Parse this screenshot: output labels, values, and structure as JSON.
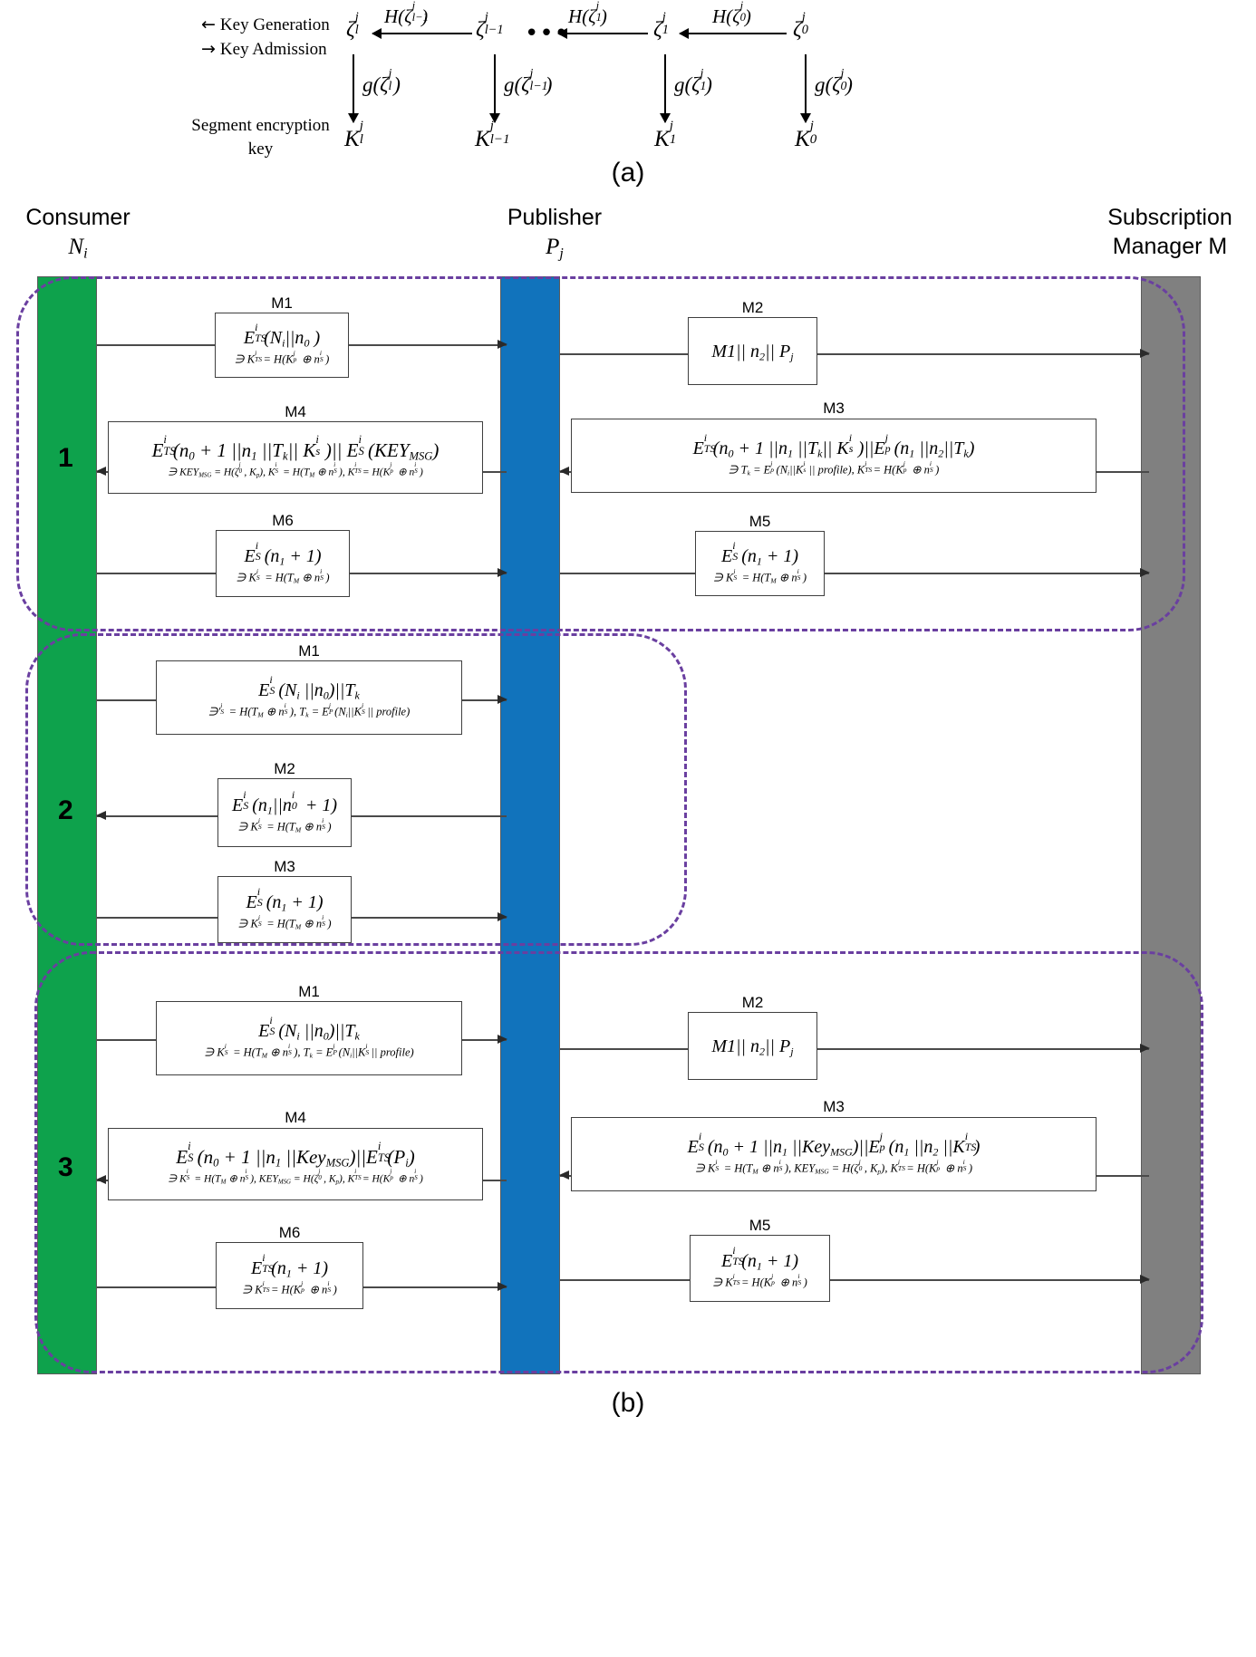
{
  "figure": {
    "caption_a": "(a)",
    "caption_b": "(b)"
  },
  "part_a": {
    "legend": [
      {
        "arrow": "←",
        "label": "Key Generation"
      },
      {
        "arrow": "→",
        "label": "Key Admission"
      }
    ],
    "segment_key_label_line1": "Segment encryption",
    "segment_key_label_line2": "key",
    "ellipsis": "•••",
    "nodes": [
      {
        "id": "zeta_l",
        "base": "ζ",
        "sup": "j",
        "sub": "l"
      },
      {
        "id": "zeta_lm1",
        "base": "ζ",
        "sup": "j",
        "sub": "l−1"
      },
      {
        "id": "zeta_1",
        "base": "ζ",
        "sup": "j",
        "sub": "1"
      },
      {
        "id": "zeta_0",
        "base": "ζ",
        "sup": "j",
        "sub": "0"
      }
    ],
    "hash_labels": [
      {
        "id": "h_lm1",
        "text": "H(ζ",
        "sub": "l−1",
        "sup": "j"
      },
      {
        "id": "h_1",
        "text": "H(ζ",
        "sub": "1",
        "sup": "j"
      },
      {
        "id": "h_0",
        "text": "H(ζ",
        "sub": "0",
        "sup": "j"
      }
    ],
    "g_labels": [
      {
        "id": "g_l",
        "sub": "l",
        "sup": "j"
      },
      {
        "id": "g_lm1",
        "sub": "l−1",
        "sup": "j"
      },
      {
        "id": "g_1",
        "sub": "1",
        "sup": "j"
      },
      {
        "id": "g_0",
        "sub": "0",
        "sup": "j"
      }
    ],
    "keys": [
      {
        "id": "K_l",
        "base": "K",
        "sup": "j",
        "sub": "l"
      },
      {
        "id": "K_lm1",
        "base": "K",
        "sup": "j",
        "sub": "l−1"
      },
      {
        "id": "K_1",
        "base": "K",
        "sup": "j",
        "sub": "1"
      },
      {
        "id": "K_0",
        "base": "K",
        "sup": "j",
        "sub": "0"
      }
    ]
  },
  "part_b": {
    "lifelines": [
      {
        "id": "consumer",
        "line1": "Consumer",
        "line2": "N",
        "sub2": "i",
        "color": "#0EA24C"
      },
      {
        "id": "publisher",
        "line1": "Publisher",
        "line2": "P",
        "sub2": "j",
        "color": "#1173BC"
      },
      {
        "id": "manager",
        "line1": "Subscription",
        "line2": "Manager M",
        "sub2": "",
        "color": "#808080"
      }
    ],
    "phases": [
      {
        "number": "1"
      },
      {
        "number": "2"
      },
      {
        "number": "3"
      }
    ],
    "messages": [
      {
        "phase": 1,
        "label": "M1",
        "from": "consumer",
        "to": "publisher",
        "line1_html": "E<ss i>TS</ss>(N<sub>i</sub>||n<sub>0</sub> )",
        "line2_html": "∋ K<ss i>TS</ss> = H(K<ss j>p</ss> ⊕ n<ss i>S</ss>)"
      },
      {
        "phase": 1,
        "label": "M2",
        "from": "publisher",
        "to": "manager",
        "line1_html": "M1|| n<sub>2</sub>|| P<sub>j</sub>",
        "line2_html": ""
      },
      {
        "phase": 1,
        "label": "M3",
        "from": "manager",
        "to": "publisher",
        "line1_html": "E<ss i>TS</ss>(n<sub>0</sub> + 1 ||n<sub>1</sub> ||T<sub>k</sub>|| K<ss i>s</ss>)||E<ss j>p</ss>(n<sub>1</sub> ||n<sub>2</sub>||T<sub>k</sub>)",
        "line2_html": "∋ T<sub>k</sub> = E<ss j>p</ss>(N<sub>i</sub>||K<ss i>s</ss>|| profile), K<ss i>TS</ss> = H(K<ss j>p</ss> ⊕ n<ss i>S</ss>)"
      },
      {
        "phase": 1,
        "label": "M4",
        "from": "publisher",
        "to": "consumer",
        "line1_html": "E<ss i>TS</ss>(n<sub>0</sub> + 1 ||n<sub>1</sub> ||T<sub>k</sub>|| K<ss i>s</ss>)|| E<ss i>S</ss>(KEY<sub>MSG</sub>)",
        "line2_html": "∋ KEY<sub>MSG</sub> = H(ζ<ss j>0</ss>, K<sub>p</sub>), K<ss i>S</ss> = H(T<sub>M</sub> ⊕ n<ss i>S</ss>), K<ss i>TS</ss> = H(K<ss j>p</ss> ⊕ n<ss i>S</ss>)"
      },
      {
        "phase": 1,
        "label": "M5",
        "from": "publisher",
        "to": "manager",
        "line1_html": "E<ss i>S</ss>(n<sub>1</sub> + 1)",
        "line2_html": "∋ K<ss i>S</ss> = H(T<sub>M</sub> ⊕ n<ss i>S</ss>)"
      },
      {
        "phase": 1,
        "label": "M6",
        "from": "consumer",
        "to": "publisher",
        "line1_html": "E<ss i>S</ss>(n<sub>1</sub> + 1)",
        "line2_html": "∋ K<ss i>S</ss> = H(T<sub>M</sub> ⊕ n<ss i>S</ss>)"
      },
      {
        "phase": 2,
        "label": "M1",
        "from": "consumer",
        "to": "publisher",
        "line1_html": "E<ss i>S</ss>(N<sub>i</sub> ||n<sub>0</sub>)||T<sub>k</sub>",
        "line2_html": "∋'<ss i>S</ss> = H(T<sub>M</sub> ⊕ n<ss i>S</ss>), T<sub>k</sub> = E<ss j>P</ss>(N<sub>i</sub>||K<ss i>S</ss>|| profile)"
      },
      {
        "phase": 2,
        "label": "M2",
        "from": "publisher",
        "to": "consumer",
        "line1_html": "E<ss i>S</ss>(n<sub>1</sub>||n<ss i>0</ss> + 1)",
        "line2_html": "∋ K<ss i>S</ss> = H(T<sub>M</sub> ⊕ n<ss i>S</ss>)"
      },
      {
        "phase": 2,
        "label": "M3",
        "from": "consumer",
        "to": "publisher",
        "line1_html": "E<ss i>S</ss>(n<sub>1</sub> + 1)",
        "line2_html": "∋ K<ss i>S</ss> = H(T<sub>M</sub> ⊕ n<ss i>S</ss>)"
      },
      {
        "phase": 3,
        "label": "M1",
        "from": "consumer",
        "to": "publisher",
        "line1_html": "E<ss i>S</ss>(N<sub>i</sub> ||n<sub>0</sub>)||T<sub>k</sub>",
        "line2_html": "∋ K<ss i>S</ss> = H(T<sub>M</sub> ⊕ n<ss i>S</ss>), T<sub>k</sub> = E<ss j>P</ss>(N<sub>i</sub>||K<ss i>S</ss>|| profile)"
      },
      {
        "phase": 3,
        "label": "M2",
        "from": "publisher",
        "to": "manager",
        "line1_html": "M1|| n<sub>2</sub>|| P<sub>j</sub>",
        "line2_html": ""
      },
      {
        "phase": 3,
        "label": "M3",
        "from": "manager",
        "to": "publisher",
        "line1_html": "E<ss i>S</ss>(n<sub>0</sub> + 1 ||n<sub>1</sub> ||Key<sub>MSG</sub>)||E<ss j>p</ss>(n<sub>1</sub> ||n<sub>2</sub> ||K<ss i>TS</ss>)",
        "line2_html": "∋ K<ss i>S</ss> = H(T<sub>M</sub> ⊕ n<ss i>S</ss>), KEY<sub>MSG</sub> = H(ζ<ss j>0</ss>, K<sub>p</sub>),  K<ss i>TS</ss> = H(K<ss j>p</ss> ⊕ n<ss i>S</ss>)"
      },
      {
        "phase": 3,
        "label": "M4",
        "from": "publisher",
        "to": "consumer",
        "line1_html": "E<ss i>S</ss>(n<sub>0</sub> + 1 ||n<sub>1</sub> ||Key<sub>MSG</sub>)||E<ss i>TS</ss>(P<sub>i</sub>)",
        "line2_html": "∋ K<ss i>S</ss> = H(T<sub>M</sub> ⊕ n<ss i>S</ss>), KEY<sub>MSG</sub> = H(ζ<ss j>0</ss>, K<sub>p</sub>),  K<ss i>TS</ss> = H(K<ss j>p</ss> ⊕ n<ss i>S</ss>)"
      },
      {
        "phase": 3,
        "label": "M5",
        "from": "publisher",
        "to": "manager",
        "line1_html": "E<ss i>TS</ss>(n<sub>1</sub> + 1)",
        "line2_html": "∋ K<ss i>TS</ss> = H(K<ss j>p</ss> ⊕ n<ss i>S</ss>)"
      },
      {
        "phase": 3,
        "label": "M6",
        "from": "consumer",
        "to": "publisher",
        "line1_html": "E<ss i>TS</ss>(n<sub>1</sub> + 1)",
        "line2_html": "∋ K<ss i>TS</ss> = H(K<ss j>p</ss> ⊕ n<ss i>S</ss>)"
      }
    ]
  },
  "colors": {
    "consumer_green": "#0EA24C",
    "publisher_blue": "#1173BC",
    "manager_gray": "#808080",
    "enclosure_purple": "#6a3fa0",
    "box_border": "#3f3f3f"
  }
}
